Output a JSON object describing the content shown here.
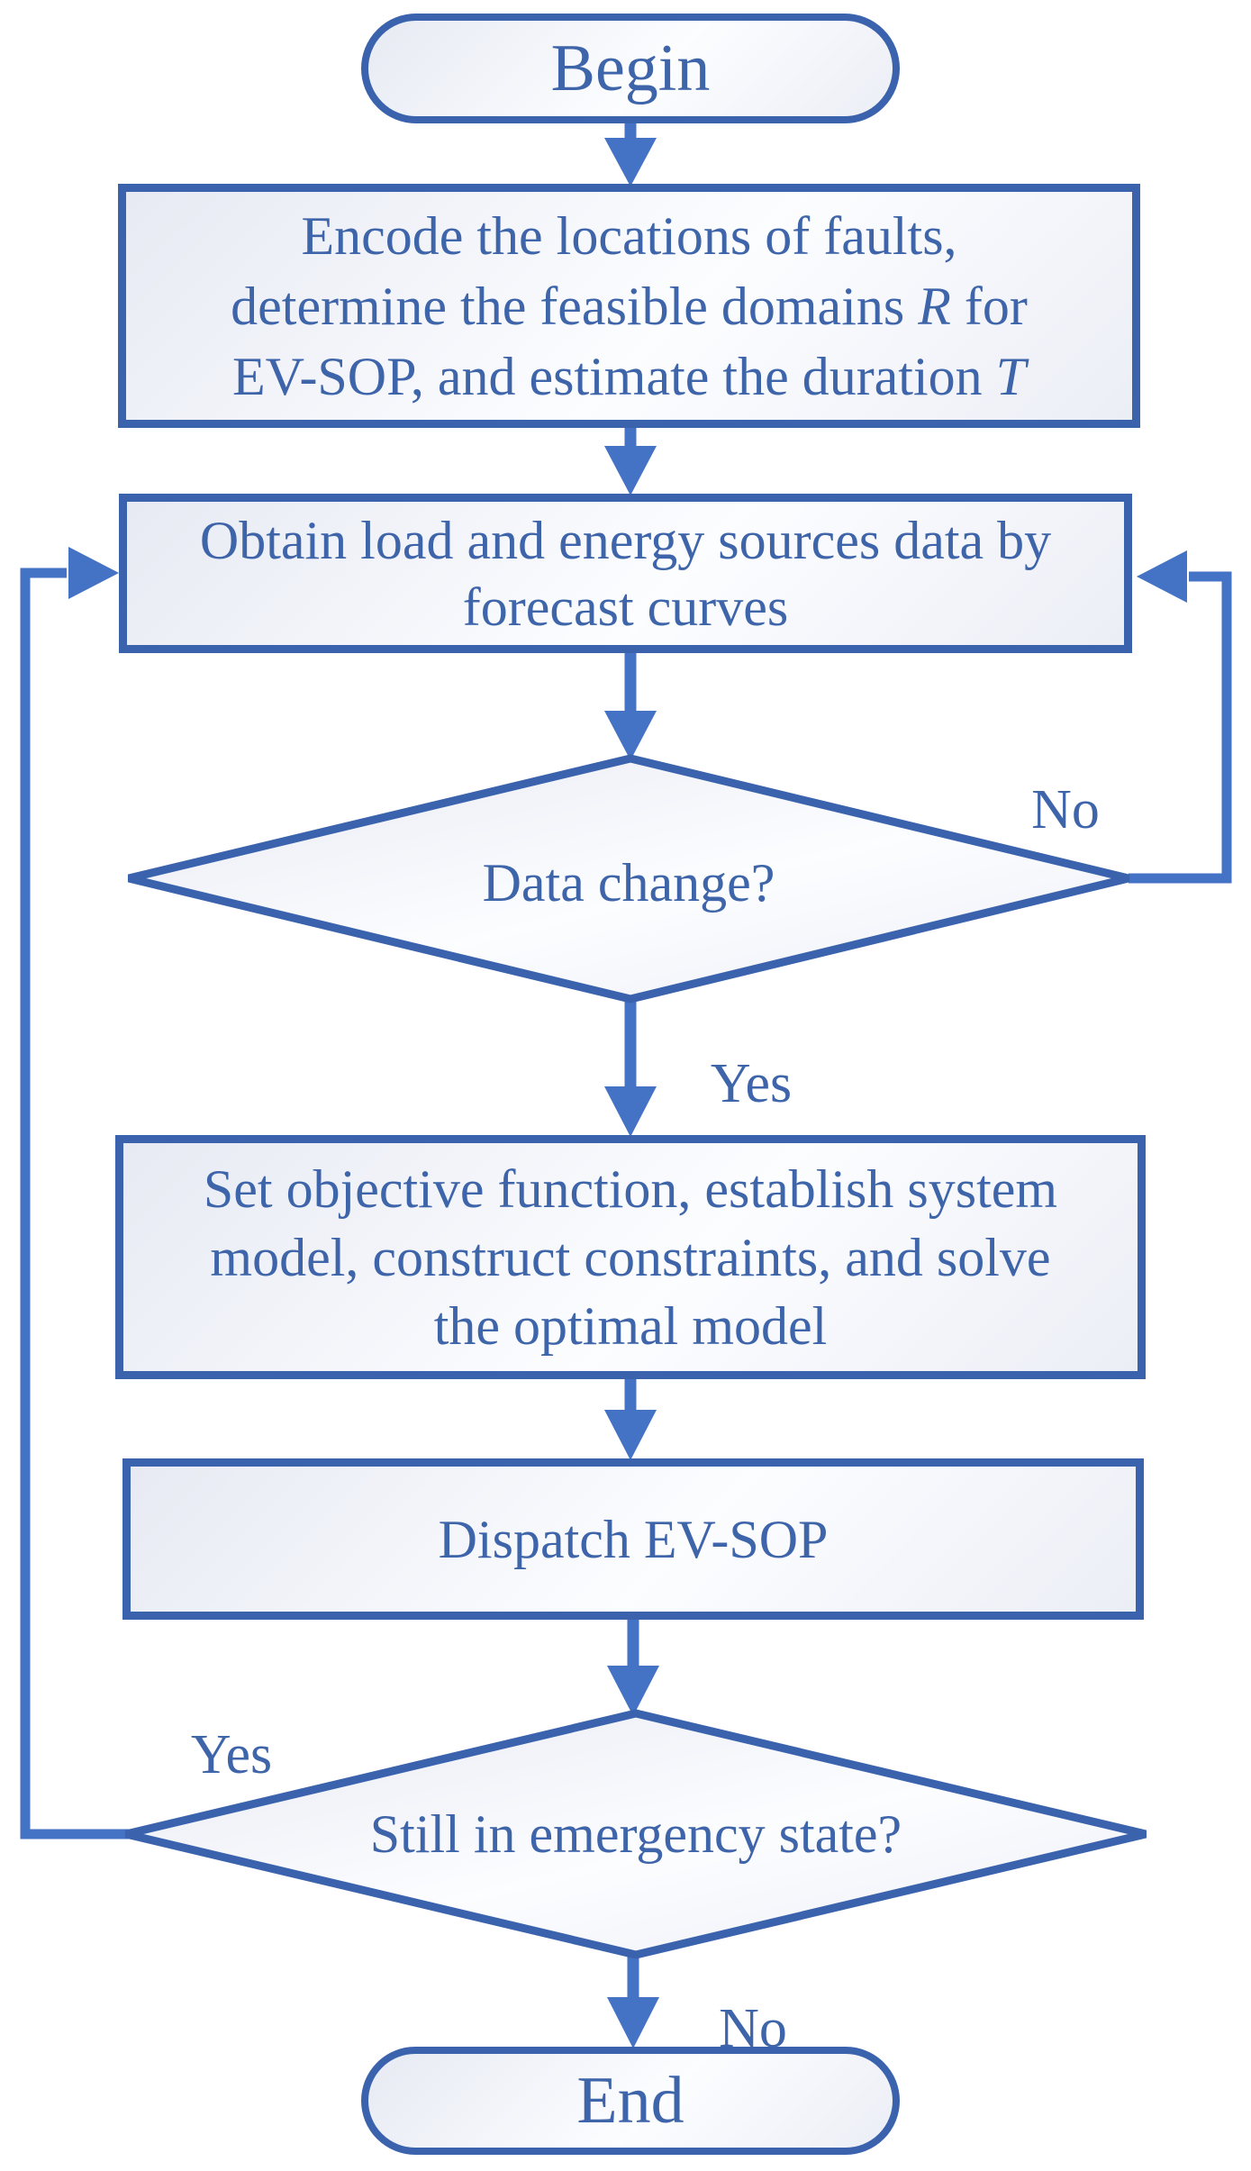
{
  "flowchart": {
    "nodes": {
      "begin": {
        "shape": "stadium",
        "label": "Begin"
      },
      "encode": {
        "shape": "process",
        "line1": "Encode the locations of faults,",
        "line2_pre": "determine the feasible domains ",
        "line2_var": "R",
        "line2_post": " for",
        "line3_pre": "EV-SOP, and estimate the duration ",
        "line3_var": "T"
      },
      "obtain": {
        "shape": "process",
        "line1": "Obtain load and energy sources data by",
        "line2": "forecast curves"
      },
      "data_change": {
        "shape": "decision",
        "label": "Data change?"
      },
      "set_objective": {
        "shape": "process",
        "line1": "Set objective function, establish system",
        "line2": "model, construct constraints, and solve",
        "line3": "the optimal model"
      },
      "dispatch": {
        "shape": "process",
        "label": "Dispatch EV-SOP"
      },
      "emergency": {
        "shape": "decision",
        "label": "Still in emergency state?"
      },
      "end": {
        "shape": "stadium",
        "label": "End"
      }
    },
    "edge_labels": {
      "data_change_no": "No",
      "data_change_yes": "Yes",
      "emergency_yes": "Yes",
      "emergency_no": "No"
    },
    "colors": {
      "shape_outline": "#3B63AD",
      "arrow": "#4472C4",
      "text": "#3E64A9",
      "fill_light": "#E7EAF3",
      "fill_white": "#FCFDFF"
    }
  }
}
